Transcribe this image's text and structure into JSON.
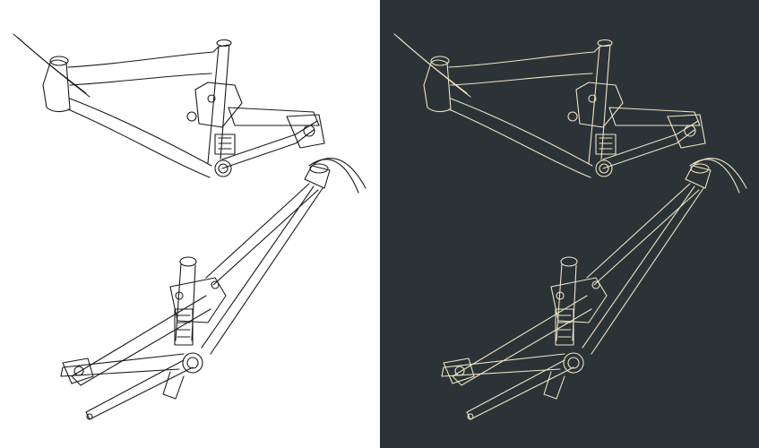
{
  "colors": {
    "light_background": "#ffffff",
    "light_line": "#1a1a1a",
    "dark_background": "#2b3337",
    "dark_line": "#efe3c4"
  },
  "panels": [
    {
      "theme": "light",
      "subject": "bicycle-frame-blueprint"
    },
    {
      "theme": "dark",
      "subject": "bicycle-frame-blueprint"
    }
  ]
}
